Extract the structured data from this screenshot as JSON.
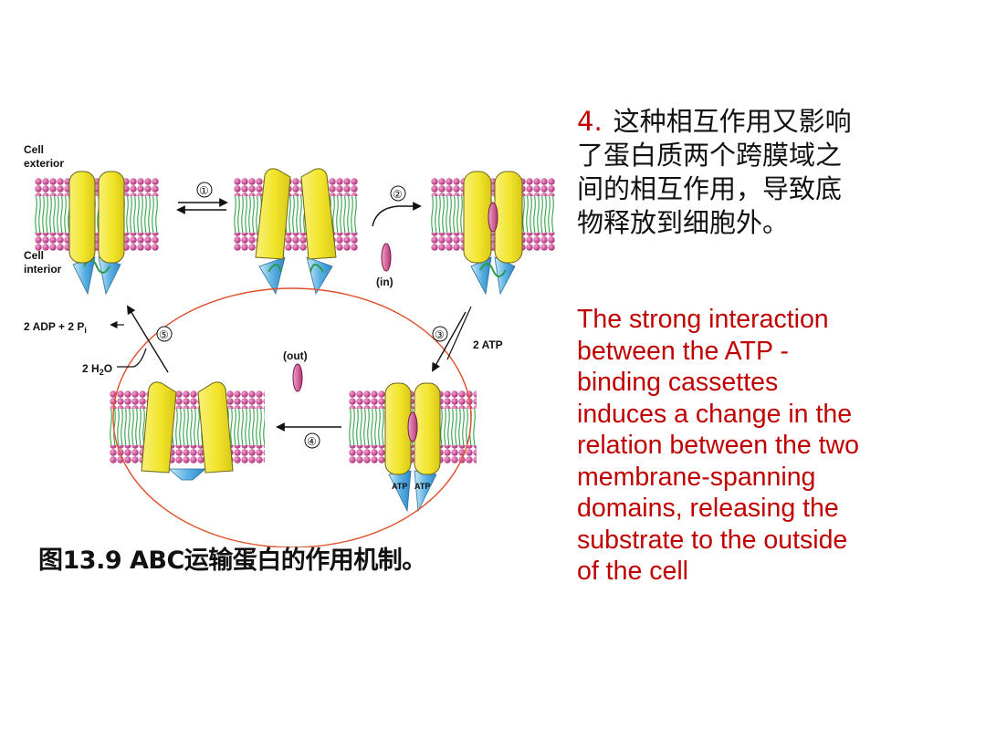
{
  "figure": {
    "labels": {
      "cell_exterior": [
        "Cell",
        "exterior"
      ],
      "cell_interior": [
        "Cell",
        "interior"
      ],
      "step_1": "①",
      "step_2": "②",
      "step_3": "③",
      "step_4": "④",
      "step_5": "⑤",
      "substrate_in": "(in)",
      "substrate_out": "(out)",
      "atp_input": "2 ATP",
      "adp_output": "2 ADP + 2 P",
      "adp_output_sub": "i",
      "water_input": "2 H",
      "water_input_sub": "2",
      "water_input_tail": "O",
      "atp_left": "ATP",
      "atp_right": "ATP"
    },
    "colors": {
      "protein": "#f5ec3a",
      "membrane_head": "#c2408c",
      "membrane_tail": "#3aa64a",
      "nbd": "#4aa8df",
      "substrate": "#cc4488",
      "oval": "#e0502a"
    }
  },
  "caption": "图13.9 ABC运输蛋白的作用机制。",
  "chinese_text": {
    "number": "4.",
    "lines": [
      "这种相互作用又影响",
      "了蛋白质两个跨膜域之",
      "间的相互作用，导致底",
      "物释放到细胞外。"
    ]
  },
  "english_text": {
    "lines": [
      "The strong interaction",
      "between the ATP -",
      "binding cassettes",
      "induces a change in the",
      "relation between the two",
      "membrane-spanning",
      "domains, releasing the",
      "substrate to the outside",
      "of the cell"
    ]
  }
}
